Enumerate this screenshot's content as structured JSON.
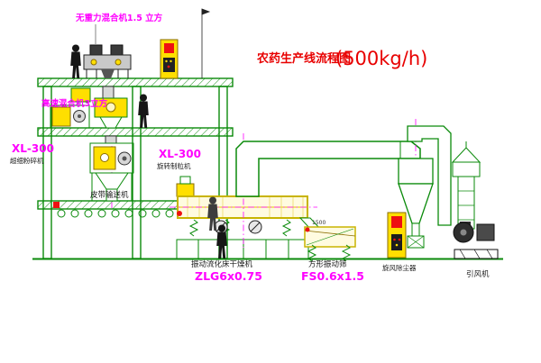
{
  "title": {
    "name": "农药生产线流程图",
    "capacity": "(500kg/h)"
  },
  "labels": {
    "gravity_mixer": "无重力混合机1.5 立方",
    "high_speed_mixer": "高速混合机3立方",
    "pulverizer_model": "XL-300",
    "pulverizer_name": "超细粉碎机",
    "granulator_model": "XL-300",
    "granulator_name": "旋转制粒机",
    "belt_conveyor": "皮带输送机",
    "dryer_name": "振动流化床干燥机",
    "dryer_model": "ZLG6x0.75",
    "sieve_name": "方形振动筛",
    "sieve_model": "FS0.6x1.5",
    "sieve_dimension": "1500",
    "cyclone_name": "旋风除尘器",
    "fan_name": "引风机"
  },
  "colors": {
    "structure_green": "#0a8a0a",
    "equipment_yellow": "#ffdf00",
    "label_magenta": "#ff00ff",
    "title_red": "#e80000",
    "alert_red": "#ee1111",
    "figure_dark": "#1a1a1a",
    "background": "#ffffff"
  }
}
